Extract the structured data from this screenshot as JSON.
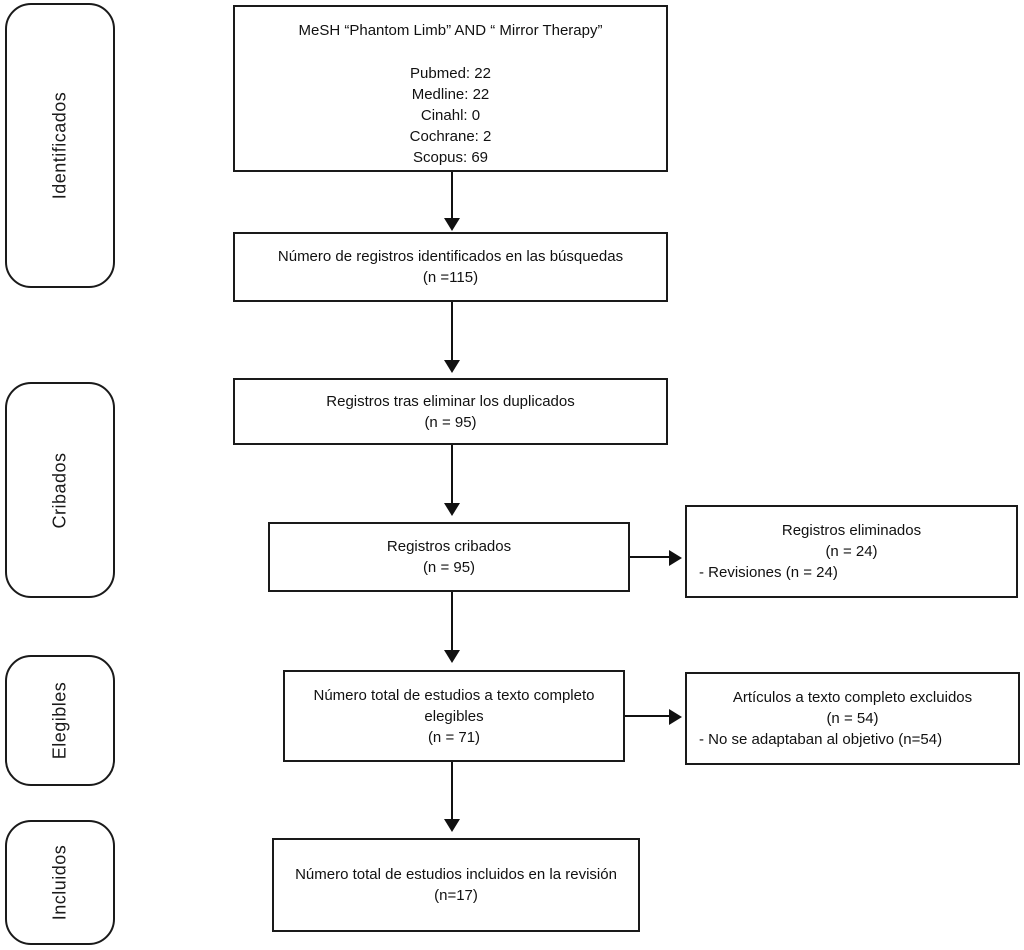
{
  "colors": {
    "background": "#ffffff",
    "line": "#111111",
    "text": "#111111"
  },
  "stages": [
    {
      "label": "Identificados"
    },
    {
      "label": "Cribados"
    },
    {
      "label": "Elegibles"
    },
    {
      "label": "Incluidos"
    }
  ],
  "boxes": {
    "search": {
      "title": "MeSH “Phantom Limb” AND “ Mirror Therapy”",
      "sources": [
        "Pubmed: 22",
        "Medline: 22",
        "Cinahl: 0",
        "Cochrane: 2",
        "Scopus: 69"
      ]
    },
    "identified": {
      "line1": "Número de registros identificados en las búsquedas",
      "line2": "(n =115)"
    },
    "deduplicated": {
      "line1": "Registros tras eliminar los duplicados",
      "line2": "(n = 95)"
    },
    "screened": {
      "line1": "Registros cribados",
      "line2": "(n = 95)"
    },
    "screened_excluded": {
      "line1": "Registros eliminados",
      "line2": "(n = 24)",
      "line3": "- Revisiones (n = 24)"
    },
    "fulltext_eligible": {
      "line1": "Número total de estudios a texto completo elegibles",
      "line2": "(n = 71)"
    },
    "fulltext_excluded": {
      "line1": "Artículos a texto completo excluidos",
      "line2": "(n = 54)",
      "line3": "- No se adaptaban al objetivo (n=54)"
    },
    "included": {
      "line1": "Número total de estudios incluidos en la revisión",
      "line2": "(n=17)"
    }
  }
}
